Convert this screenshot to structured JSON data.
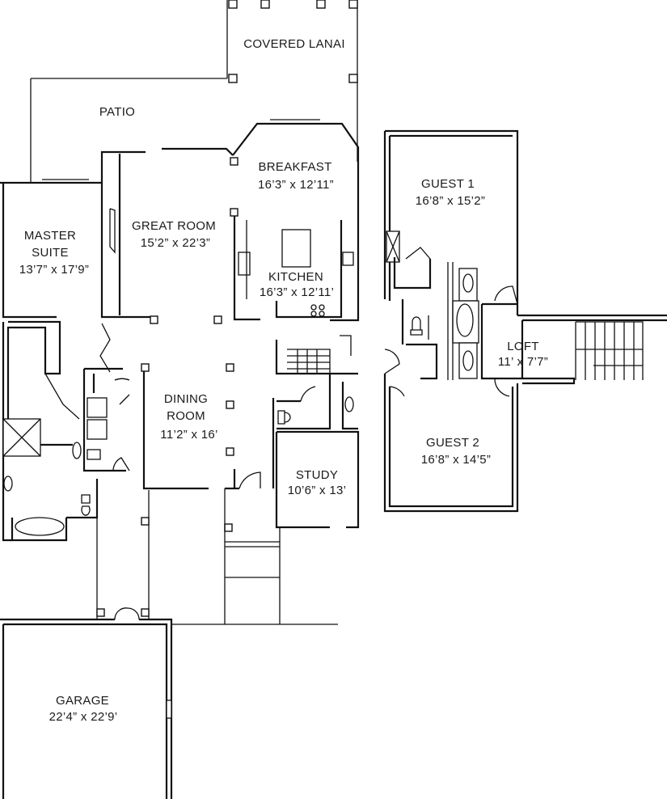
{
  "rooms": {
    "covered_lanai": {
      "name": "COVERED LANAI"
    },
    "patio": {
      "name": "PATIO"
    },
    "breakfast": {
      "name": "BREAKFAST",
      "dims": "16’3” x 12’11”"
    },
    "great_room": {
      "name": "GREAT ROOM",
      "dims": "15’2” x 22’3”"
    },
    "master_suite": {
      "name_line1": "MASTER",
      "name_line2": "SUITE",
      "dims": "13’7” x 17’9”"
    },
    "kitchen": {
      "name": "KITCHEN",
      "dims": "16’3” x 12’11’"
    },
    "dining_room": {
      "name_line1": "DINING",
      "name_line2": "ROOM",
      "dims": "11’2” x 16’"
    },
    "study": {
      "name": "STUDY",
      "dims": "10’6” x 13’"
    },
    "garage": {
      "name": "GARAGE",
      "dims": "22’4” x 22’9’"
    },
    "guest_1": {
      "name": "GUEST 1",
      "dims": "16’8” x 15’2”"
    },
    "guest_2": {
      "name": "GUEST 2",
      "dims": "16’8” x 14’5”"
    },
    "loft": {
      "name": "LOFT",
      "dims": "11’ x 7’7”"
    }
  },
  "colors": {
    "line": "#111111",
    "background": "#ffffff"
  }
}
